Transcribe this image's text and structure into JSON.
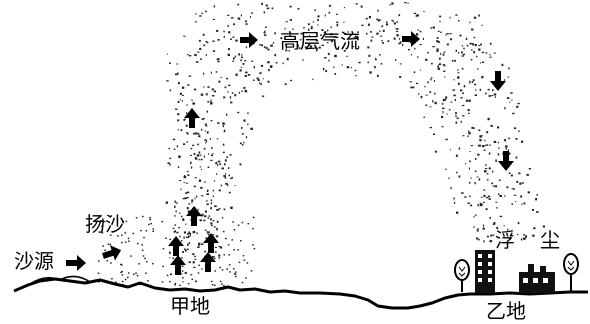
{
  "diagram": {
    "labels": {
      "high_airflow": "高层气流",
      "raise_sand": "扬沙",
      "sand_source": "沙源",
      "floating": "浮",
      "dust": "尘",
      "place_jia": "甲地",
      "place_yi": "乙地"
    },
    "colors": {
      "ink": "#000000",
      "background": "#ffffff",
      "dust": "#222222"
    },
    "icons": [
      "arrow-right-icon",
      "arrow-up-icon",
      "arrow-down-icon",
      "tree-icon",
      "tower-icon",
      "factory-icon"
    ]
  }
}
